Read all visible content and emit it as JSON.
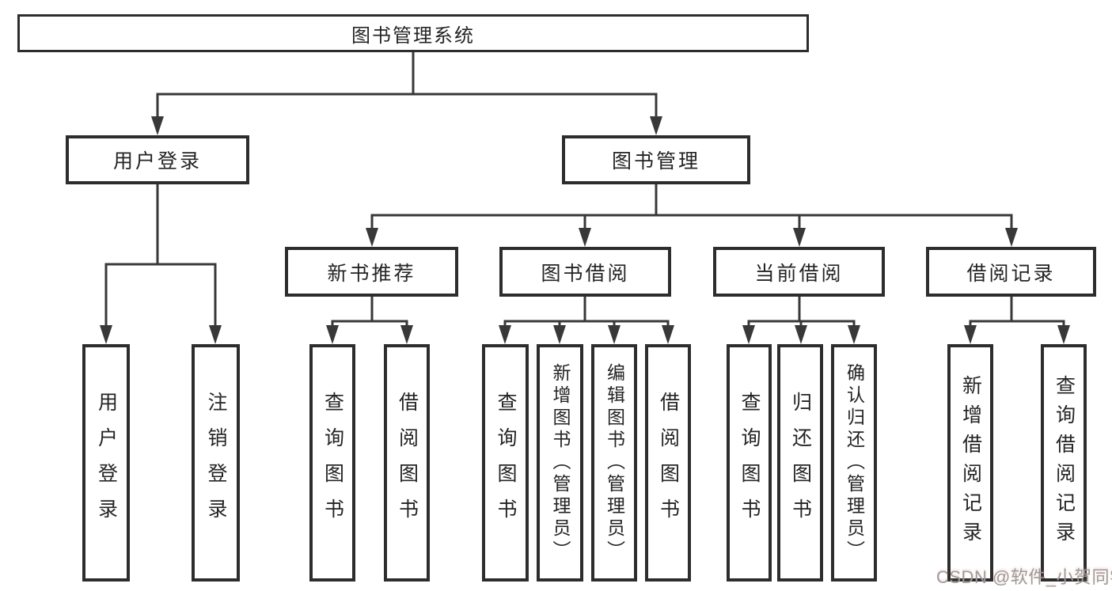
{
  "diagram": {
    "root": {
      "label": "图书管理系统"
    },
    "level1": [
      {
        "label": "用户登录",
        "parent": "图书管理系统"
      },
      {
        "label": "图书管理",
        "parent": "图书管理系统"
      }
    ],
    "level2": [
      {
        "label": "新书推荐",
        "parent": "图书管理"
      },
      {
        "label": "图书借阅",
        "parent": "图书管理"
      },
      {
        "label": "当前借阅",
        "parent": "图书管理"
      },
      {
        "label": "借阅记录",
        "parent": "图书管理"
      }
    ],
    "leaves": [
      {
        "label": "用户登录",
        "parent": "用户登录"
      },
      {
        "label": "注销登录",
        "parent": "用户登录"
      },
      {
        "label": "查询图书",
        "parent": "新书推荐"
      },
      {
        "label": "借阅图书",
        "parent": "新书推荐"
      },
      {
        "label": "查询图书",
        "parent": "图书借阅"
      },
      {
        "label": "新增图书（管理员）",
        "parent": "图书借阅"
      },
      {
        "label": "编辑图书（管理员）",
        "parent": "图书借阅"
      },
      {
        "label": "借阅图书",
        "parent": "图书借阅"
      },
      {
        "label": "查询图书",
        "parent": "当前借阅"
      },
      {
        "label": "归还图书",
        "parent": "当前借阅"
      },
      {
        "label": "确认归还（管理员）",
        "parent": "当前借阅"
      },
      {
        "label": "新增借阅记录",
        "parent": "借阅记录"
      },
      {
        "label": "查询借阅记录",
        "parent": "借阅记录"
      }
    ],
    "line_color": "#383838",
    "border_color": "#2d2d2d"
  },
  "watermark": {
    "text": "CSDN @软件_小贺同学",
    "color": "#9b9b9b"
  }
}
